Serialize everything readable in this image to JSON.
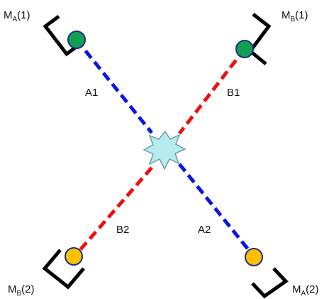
{
  "labels": {
    "mod_a1_main": "M",
    "mod_a1_sub": "A",
    "mod_a1_idx": "(1)",
    "mod_b1_main": "M",
    "mod_b1_sub": "B",
    "mod_b1_idx": "(1)",
    "mod_b2_main": "M",
    "mod_b2_sub": "B",
    "mod_b2_idx": "(2)",
    "mod_a2_main": "M",
    "mod_a2_sub": "A",
    "mod_a2_idx": "(2)",
    "beam_a1": "A1",
    "beam_b1": "B1",
    "beam_b2": "B2",
    "beam_a2": "A2"
  },
  "colors": {
    "beam_a": "#0a14e6",
    "beam_b": "#ee1010",
    "source": "#b7ecef",
    "source_stroke": "#6f9aa8",
    "detector_green": "#10a050",
    "detector_yellow": "#ffc000",
    "detector_stroke": "#1d2f8a",
    "bracket": "#000000"
  },
  "icons": {
    "source": "starburst-icon",
    "detector": "circle-icon",
    "mirror": "bracket-icon"
  }
}
